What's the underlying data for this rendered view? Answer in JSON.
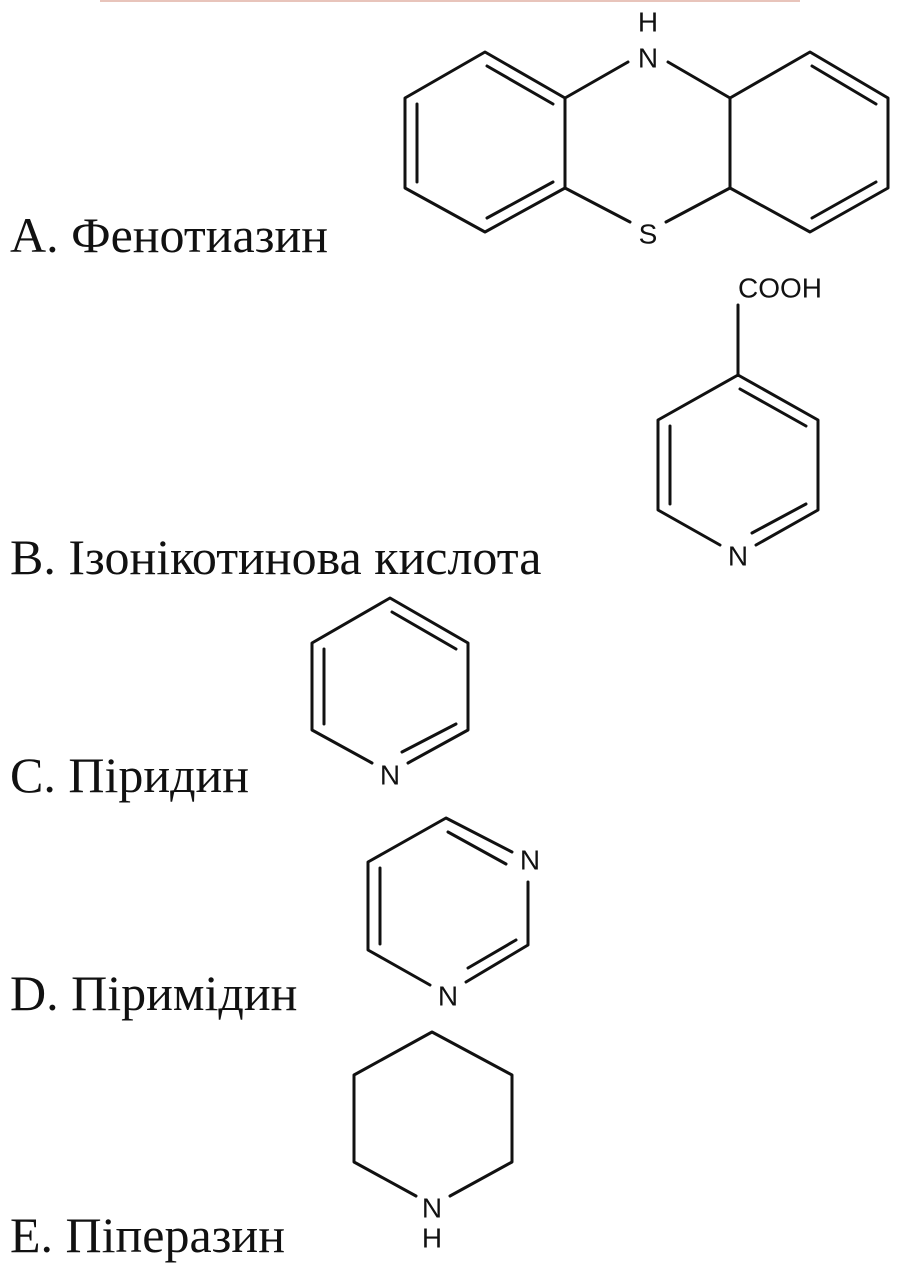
{
  "options": [
    {
      "label": "A. Фенотиазин",
      "atoms": [
        "H",
        "N",
        "S"
      ]
    },
    {
      "label": "B. Ізонікотинова кислота",
      "atoms": [
        "COOH",
        "N"
      ]
    },
    {
      "label": "C. Піридин",
      "atoms": [
        "N"
      ]
    },
    {
      "label": "D. Піримідин",
      "atoms": [
        "N",
        "N"
      ]
    },
    {
      "label": "E. Піперазин",
      "atoms": [
        "N",
        "H"
      ]
    }
  ]
}
